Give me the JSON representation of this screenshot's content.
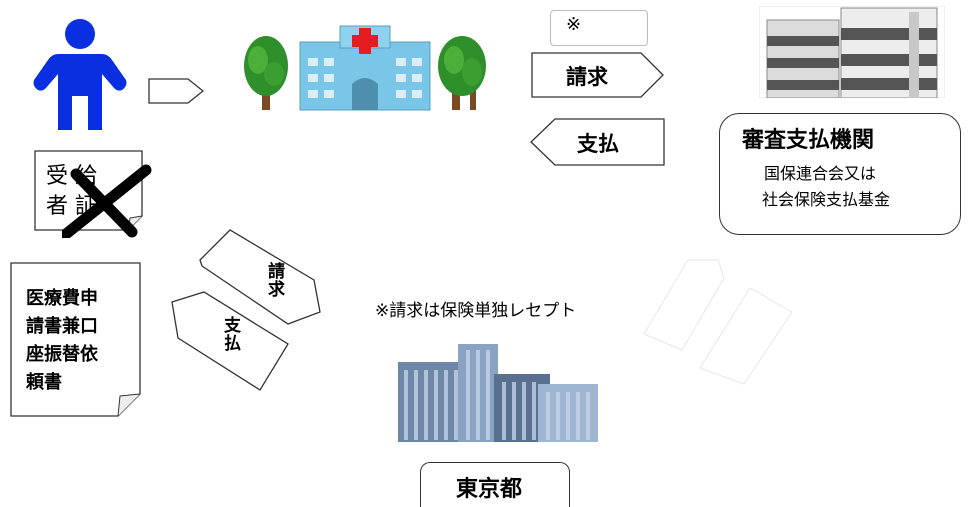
{
  "patient_card": {
    "line1": "受 給",
    "line2": "者 証"
  },
  "document": {
    "lines": [
      "医療費申",
      "請書兼口",
      "座振替依",
      "頼書"
    ]
  },
  "claim_top": {
    "note_mark": "※",
    "request": "請求",
    "payment": "支払"
  },
  "review_agency": {
    "title": "審査支払機関",
    "line1": "国保連合会又は",
    "line2": "社会保険支払基金"
  },
  "tokyo_arrows": {
    "request": "請求",
    "payment": "支払"
  },
  "note": "※請求は保険単独レセプト",
  "tokyo_label": "東京都",
  "colors": {
    "person": "#0a2fe0",
    "cross": "#e41e1e",
    "tree": "#2f8f2a",
    "hospital": "#79c6e8",
    "stroke": "#333333"
  }
}
